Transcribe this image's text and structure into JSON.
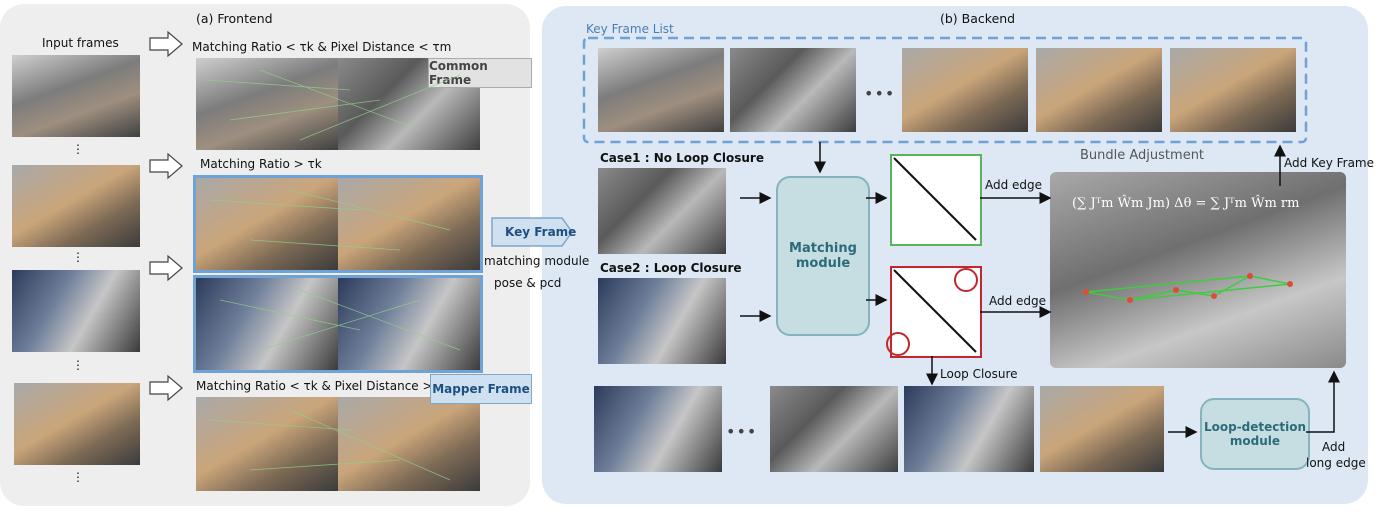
{
  "frontend": {
    "title": "(a)  Frontend",
    "input_frames_label": "Input frames",
    "vdots": [
      "⋮",
      "⋮",
      "⋮",
      "⋮"
    ],
    "cond_common": "Matching Ratio < τk & Pixel Distance < τm",
    "cond_key": "Matching Ratio > τk",
    "cond_mapper": "Matching Ratio < τk & Pixel Distance > τm",
    "tag_common": "Common Frame",
    "tag_mapper": "Mapper Frame"
  },
  "center": {
    "key_frame": "Key Frame",
    "matching_module": "matching module",
    "pose_pcd": "pose & pcd"
  },
  "backend": {
    "title": "(b)  Backend",
    "key_frame_list": "Key Frame List",
    "ellipsis": "•••",
    "case1": "Case1 : No Loop Closure",
    "case2": "Case2 : Loop Closure",
    "matching_module_box": "Matching module",
    "add_edge_1": "Add edge",
    "add_edge_2": "Add edge",
    "bundle_adjustment": "Bundle Adjustment",
    "add_key_frame": "Add Key Frame",
    "loop_closure": "Loop Closure",
    "loop_detection_box": "Loop-detection module",
    "add_long_edge_1": "Add",
    "add_long_edge_2": "long edge",
    "formula": "(∑ Jᵀm Ŵm Jm) Δθ = ∑ Jᵀm Ŵm rm"
  },
  "colors": {
    "panel_a": "#eeeeee",
    "panel_b": "#dde8f4",
    "key_blue": "#6fa2d6",
    "module_fill": "#c6dde2",
    "matrix_green": "#59b35a",
    "matrix_red": "#c0282d"
  }
}
